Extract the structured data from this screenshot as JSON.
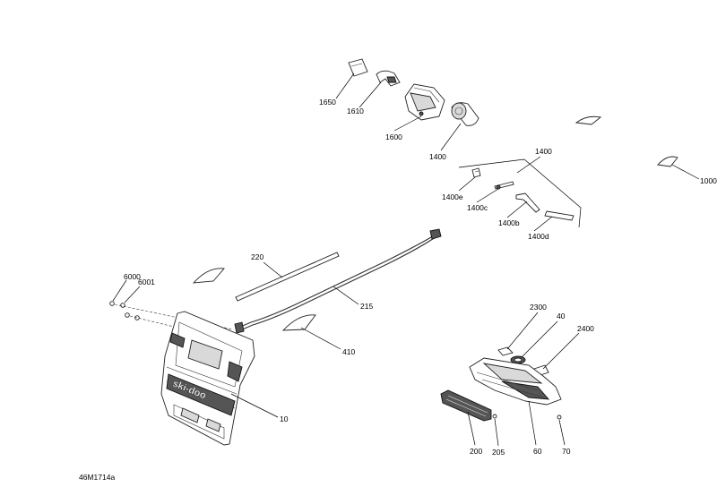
{
  "reference_code": "46M1714a",
  "callouts": {
    "c1650": "1650",
    "c1610": "1610",
    "c1600": "1600",
    "c1400a": "1400",
    "c1400b": "1400",
    "c1400e": "1400e",
    "c1400c": "1400c",
    "c1400bb": "1400b",
    "c1400d": "1400d",
    "c1000": "1000",
    "c220": "220",
    "c215": "215",
    "c6000": "6000",
    "c6001": "6001",
    "c410": "410",
    "c10": "10",
    "c2300": "2300",
    "c40": "40",
    "c2400": "2400",
    "c200": "200",
    "c205": "205",
    "c60": "60",
    "c70": "70"
  },
  "graphic_text": {
    "hood_logo": "ski-doo"
  }
}
